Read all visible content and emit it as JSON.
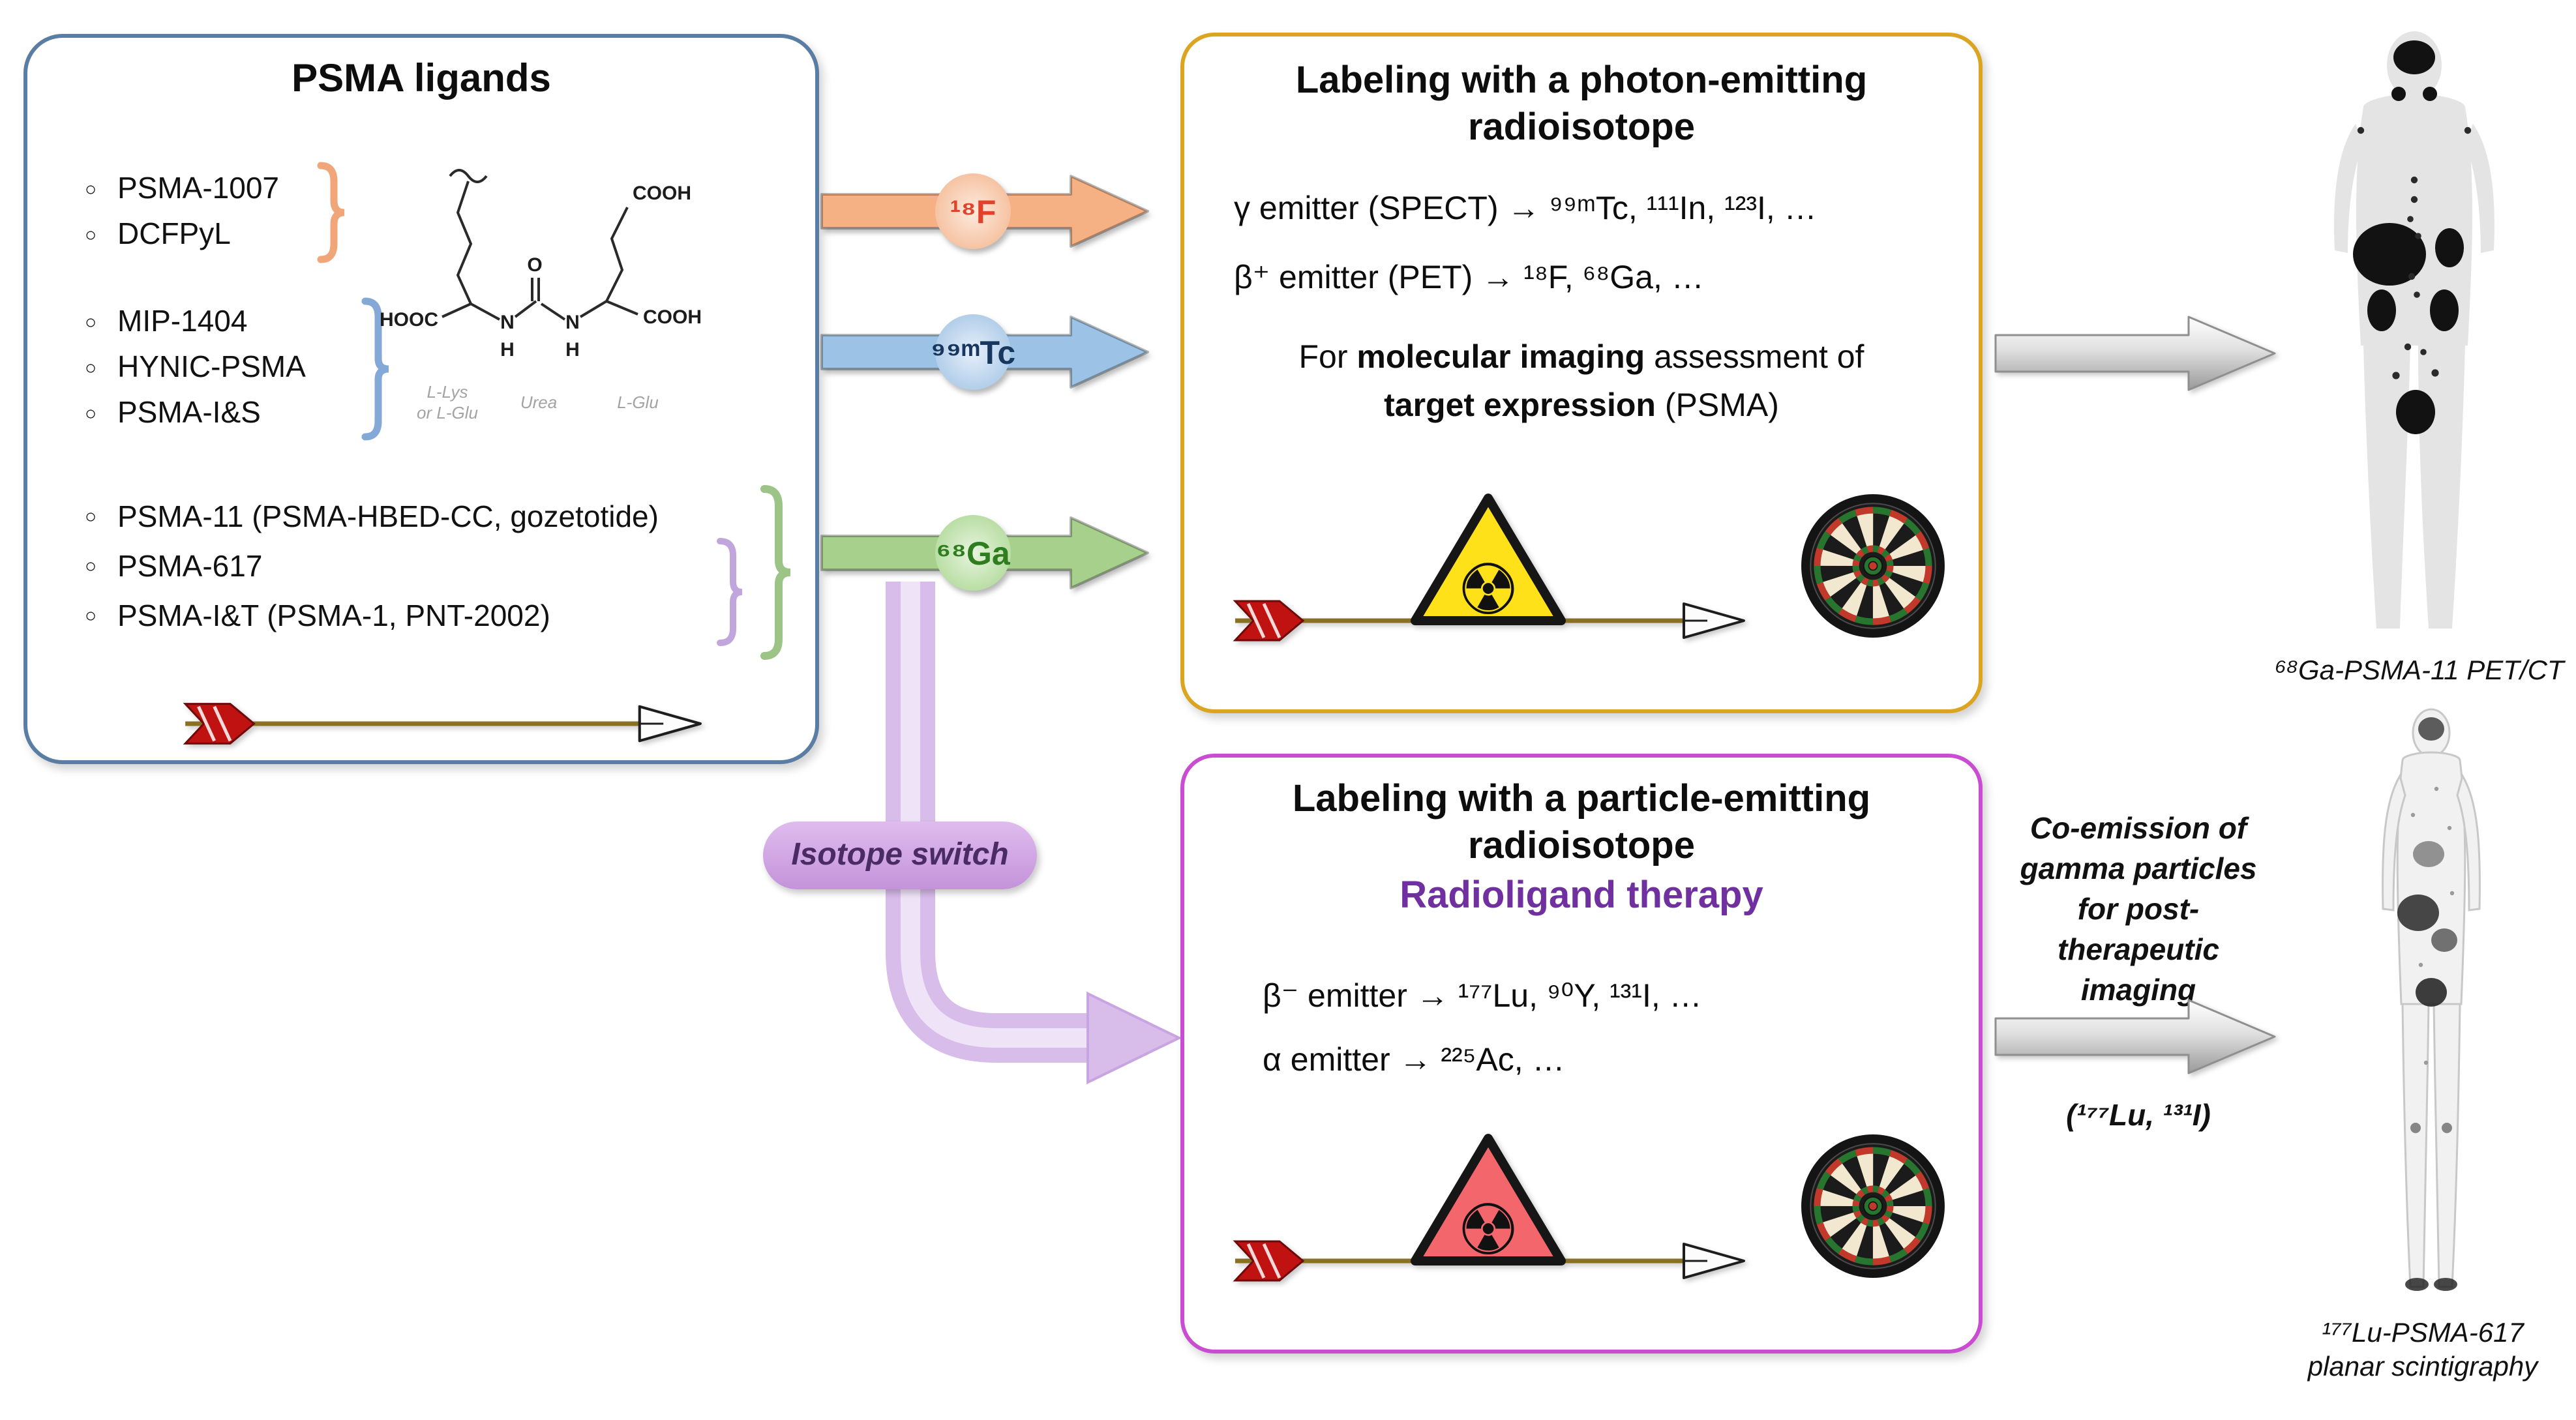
{
  "left_panel": {
    "title": "PSMA ligands",
    "group_f18": [
      "PSMA-1007",
      "DCFPyL"
    ],
    "group_tc99m": [
      "MIP-1404",
      "HYNIC-PSMA",
      "PSMA-I&S"
    ],
    "group_ga68": [
      "PSMA-11 (PSMA-HBED-CC, gozetotide)",
      "PSMA-617",
      "PSMA-I&T (PSMA-1, PNT-2002)"
    ],
    "structure": {
      "hooc": "HOOC",
      "cooh_top": "COOH",
      "cooh_right": "COOH",
      "n_left": "N",
      "h_left": "H",
      "o": "O",
      "n_right": "N",
      "h_right": "H",
      "label_left_1": "L-Lys",
      "label_left_2": "or L-Glu",
      "label_mid": "Urea",
      "label_right": "L-Glu"
    }
  },
  "isotope_arrows": {
    "f18": "¹⁸F",
    "tc99m": "⁹⁹ᵐTc",
    "ga68": "⁶⁸Ga"
  },
  "imaging_box": {
    "title_line1": "Labeling with a photon-emitting",
    "title_line2": "radioisotope",
    "gamma_line": "γ emitter (SPECT) → ⁹⁹ᵐTc, ¹¹¹In, ¹²³I, …",
    "beta_line": "β⁺ emitter (PET) → ¹⁸F, ⁶⁸Ga, …",
    "purpose_1": "For ",
    "purpose_2": "molecular imaging",
    "purpose_3": " assessment of",
    "purpose_4": "target expression",
    "purpose_5": " (PSMA)"
  },
  "therapy_box": {
    "title_line1": "Labeling with a particle-emitting",
    "title_line2": "radioisotope",
    "subtitle": "Radioligand therapy",
    "beta_minus_line": "β⁻ emitter → ¹⁷⁷Lu, ⁹⁰Y, ¹³¹I, …",
    "alpha_line": "α emitter → ²²⁵Ac, …"
  },
  "isotope_switch": {
    "label": "Isotope switch"
  },
  "right_column": {
    "pet_caption": "⁶⁸Ga-PSMA-11 PET/CT",
    "co_emission_text": "Co-emission of gamma particles for post-therapeutic imaging",
    "isotopes_note": "(¹⁷⁷Lu, ¹³¹I)",
    "scinti_caption_line1": "¹⁷⁷Lu-PSMA-617",
    "scinti_caption_line2": "planar scintigraphy"
  },
  "colors": {
    "left_border": "#5A7DA3",
    "imaging_border": "#DBA521",
    "therapy_border": "#C94CD1",
    "therapy_title": "#7030A0",
    "f18_text": "#E2422C",
    "f18_arrow": "#F5B183",
    "tc99m_text": "#17375E",
    "tc99m_arrow": "#9CC3E5",
    "ga68_text": "#2E7D1F",
    "ga68_arrow": "#A8D08D",
    "switch_arrow": "#D8BCEA",
    "switch_text": "#4A2B63"
  }
}
